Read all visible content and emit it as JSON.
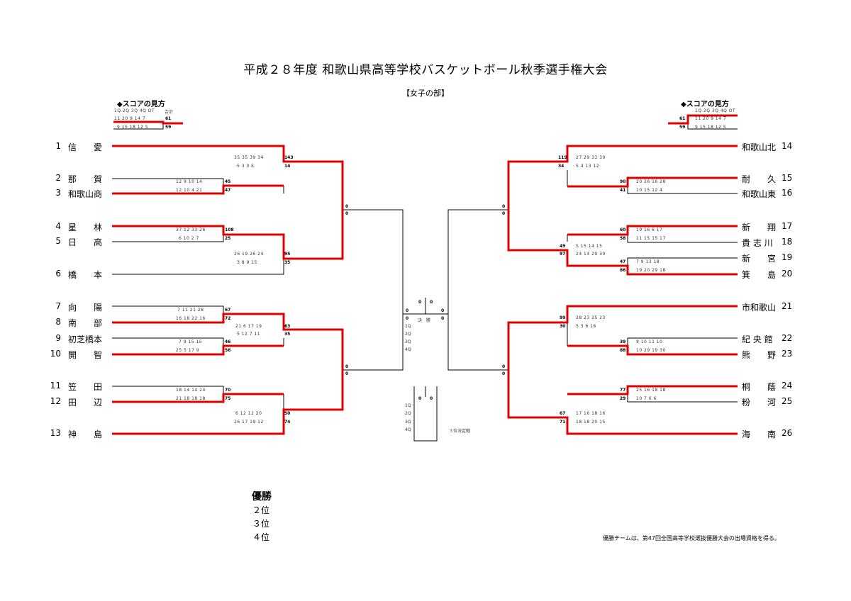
{
  "title": "平成２８年度 和歌山県高等学校バスケットボール秋季選手権大会",
  "division": "【女子の部】",
  "legend": {
    "title": "◆スコアの見方",
    "quarters": "1Q 2Q 3Q 4Q OT",
    "total_label": "合計",
    "row1": "11  20  9  14  7",
    "row2": "9  15  18  12  5",
    "total1": "61",
    "total2": "59"
  },
  "left_teams": [
    {
      "num": "1",
      "name": "信　　愛"
    },
    {
      "num": "2",
      "name": "那　　賀"
    },
    {
      "num": "3",
      "name": "和歌山商"
    },
    {
      "num": "4",
      "name": "星　　林"
    },
    {
      "num": "5",
      "name": "日　　高"
    },
    {
      "num": "6",
      "name": "橋　　本"
    },
    {
      "num": "7",
      "name": "向　　陽"
    },
    {
      "num": "8",
      "name": "南　　部"
    },
    {
      "num": "9",
      "name": "初芝橋本"
    },
    {
      "num": "10",
      "name": "開　　智"
    },
    {
      "num": "11",
      "name": "笠　　田"
    },
    {
      "num": "12",
      "name": "田　　辺"
    },
    {
      "num": "13",
      "name": "神　　島"
    }
  ],
  "right_teams": [
    {
      "num": "14",
      "name": "和歌山北"
    },
    {
      "num": "15",
      "name": "耐　　久"
    },
    {
      "num": "16",
      "name": "和歌山東"
    },
    {
      "num": "17",
      "name": "新　　翔"
    },
    {
      "num": "18",
      "name": "貴 志 川"
    },
    {
      "num": "19",
      "name": "新　　宮"
    },
    {
      "num": "20",
      "name": "箕　　島"
    },
    {
      "num": "21",
      "name": "市和歌山"
    },
    {
      "num": "22",
      "name": "紀 央 館"
    },
    {
      "num": "23",
      "name": "熊　　野"
    },
    {
      "num": "24",
      "name": "桐　　蔭"
    },
    {
      "num": "25",
      "name": "粉　　河"
    },
    {
      "num": "26",
      "name": "海　　南"
    }
  ],
  "scores": {
    "r1_2v3": {
      "q1": "12  9  10  14",
      "q2": "12  10  4  21",
      "t1": "45",
      "t2": "47"
    },
    "r1_4v5": {
      "q1": "37  12  33  26",
      "q2": "6  10  2  7",
      "t1": "108",
      "t2": "25"
    },
    "r1_7v8": {
      "q1": "7  11  21  28",
      "q2": "16  18  22  16",
      "t1": "67",
      "t2": "72"
    },
    "r1_9v10": {
      "q1": "7  9  15  15",
      "q2": "25  5  17  9",
      "t1": "46",
      "t2": "56"
    },
    "r1_11v12": {
      "q1": "18  14  14  24",
      "q2": "21  18  18  18",
      "t1": "70",
      "t2": "75"
    },
    "r2_1v3": {
      "q1": "35  35  39  34",
      "q2": "5  3  0  6",
      "t1": "143",
      "t2": "14"
    },
    "r2_4v6": {
      "q1": "26  19  26  24",
      "q2": "3  8  9  15",
      "t1": "95",
      "t2": "35"
    },
    "r2_8v10": {
      "q1": "21  6  17  19",
      "q2": "5  12  7  11",
      "t1": "63",
      "t2": "35"
    },
    "r2_12v13": {
      "q1": "6  12  12  20",
      "q2": "26  17  19  12",
      "t1": "50",
      "t2": "74"
    },
    "r1_15v16": {
      "q1": "20  26  16  28",
      "q2": "10  15  12  4",
      "t1": "90",
      "t2": "41"
    },
    "r1_17v18": {
      "q1": "19  16  6  17",
      "q2": "11  15  15  17",
      "t1": "60",
      "t2": "58"
    },
    "r1_19v20": {
      "q1": "7  9  13  18",
      "q2": "19  20  29  18",
      "t1": "47",
      "t2": "86"
    },
    "r1_22v23": {
      "q1": "8  10  11  10",
      "q2": "10  29  19  30",
      "t1": "39",
      "t2": "88"
    },
    "r1_24v25": {
      "q1": "25  16  18  18",
      "q2": "10  7  6  6",
      "t1": "77",
      "t2": "29"
    },
    "r2_14v15": {
      "q1": "27  29  33  30",
      "q2": "5  4  13  12",
      "t1": "119",
      "t2": "34"
    },
    "r2_17v20": {
      "q1": "5  15  14  15",
      "q2": "24  14  29  30",
      "t1": "49",
      "t2": "97"
    },
    "r2_21v23": {
      "q1": "28  23  25  23",
      "q2": "5  3  6  16",
      "t1": "99",
      "t2": "30"
    },
    "r2_24v26": {
      "q1": "17  16  18  16",
      "q2": "18  18  20  15",
      "t1": "67",
      "t2": "71"
    }
  },
  "zeros": "0",
  "final": {
    "label": "決　勝",
    "q1": "1Q",
    "q2": "2Q",
    "q3": "3Q",
    "q4": "4Q"
  },
  "third": {
    "label": "３位決定戦",
    "q1": "1Q",
    "q2": "2Q",
    "q3": "3Q",
    "q4": "4Q"
  },
  "places": {
    "win": "優勝",
    "p2": "２位",
    "p3": "３位",
    "p4": "４位"
  },
  "footnote": "優勝チームは、第47回全国高等学校選抜優勝大会の出場資格を得る。",
  "colors": {
    "winner_line": "#e00000",
    "line": "#000000"
  }
}
